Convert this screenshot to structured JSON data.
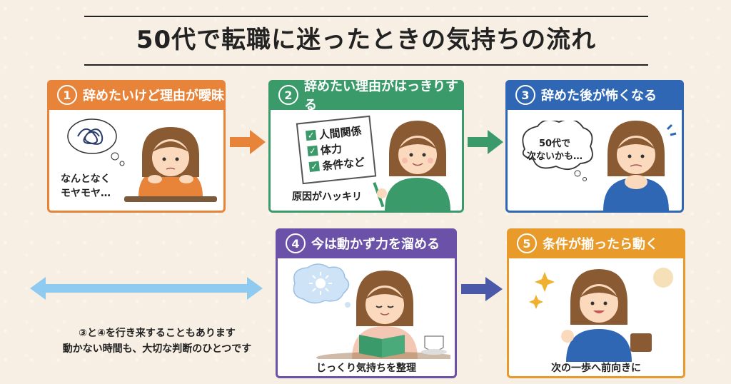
{
  "title": "50代で転職に迷ったときの気持ちの流れ",
  "steps": [
    {
      "num": "1",
      "heading": "辞めたいけど理由が曖昧",
      "thought": "なんとなく\nモヤモヤ…",
      "thought_line1": "なんとなく",
      "thought_line2": "モヤモヤ…"
    },
    {
      "num": "2",
      "heading": "辞めたい理由がはっきりする",
      "list": [
        "人間関係",
        "体力",
        "条件など"
      ],
      "caption": "原因がハッキリ"
    },
    {
      "num": "3",
      "heading": "辞めた後が怖くなる",
      "bubble_line1": "50代で",
      "bubble_line2": "次ないかも…"
    },
    {
      "num": "4",
      "heading": "今は動かず力を溜める",
      "caption": "じっくり気持ちを整理"
    },
    {
      "num": "5",
      "heading": "条件が揃ったら動く",
      "caption": "次の一歩へ前向きに"
    }
  ],
  "note": {
    "line1": "③と④を行き来することもあります",
    "line2": "動かない時間も、大切な判断のひとつです"
  },
  "colors": {
    "step1": "#e8833a",
    "step2": "#3a9a6a",
    "step3": "#2f67b5",
    "step4": "#6b52a8",
    "step5": "#e89a2a",
    "double_arrow": "#8fcaf0"
  }
}
